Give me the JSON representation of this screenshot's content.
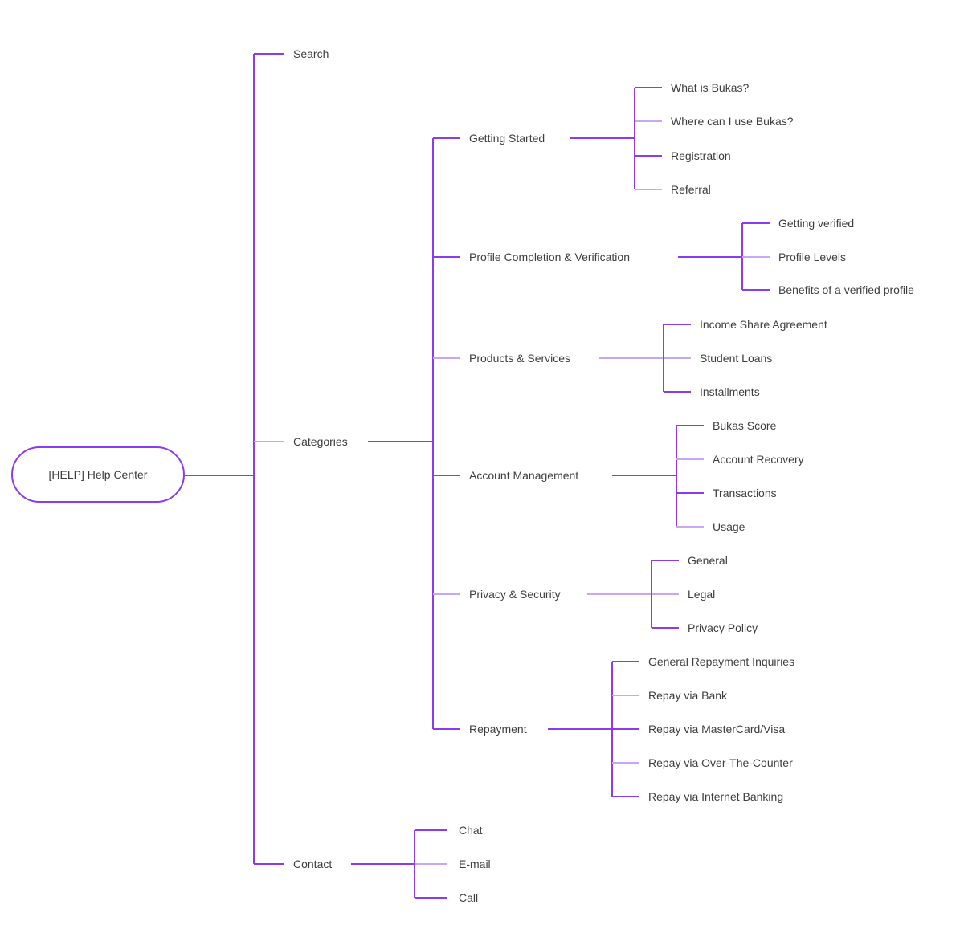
{
  "root": {
    "label": "[HELP] Help Center"
  },
  "colors": {
    "line": "#8b3cf0",
    "line_light": "#c9a6f7",
    "text": "#3e3e3e"
  },
  "branches": [
    {
      "label": "Search",
      "children": []
    },
    {
      "label": "Categories",
      "children": [
        {
          "label": "Getting Started",
          "children": [
            {
              "label": "What is Bukas?"
            },
            {
              "label": "Where can I use Bukas?"
            },
            {
              "label": "Registration"
            },
            {
              "label": "Referral"
            }
          ]
        },
        {
          "label": "Profile Completion & Verification",
          "children": [
            {
              "label": "Getting verified"
            },
            {
              "label": "Profile Levels"
            },
            {
              "label": "Benefits of a verified profile"
            }
          ]
        },
        {
          "label": "Products & Services",
          "children": [
            {
              "label": "Income Share Agreement"
            },
            {
              "label": "Student Loans"
            },
            {
              "label": "Installments"
            }
          ]
        },
        {
          "label": "Account Management",
          "children": [
            {
              "label": "Bukas Score"
            },
            {
              "label": "Account Recovery"
            },
            {
              "label": "Transactions"
            },
            {
              "label": "Usage"
            }
          ]
        },
        {
          "label": "Privacy & Security",
          "children": [
            {
              "label": "General"
            },
            {
              "label": "Legal"
            },
            {
              "label": "Privacy Policy"
            }
          ]
        },
        {
          "label": "Repayment",
          "children": [
            {
              "label": "General Repayment Inquiries"
            },
            {
              "label": "Repay via Bank"
            },
            {
              "label": "Repay via MasterCard/Visa"
            },
            {
              "label": "Repay via Over-The-Counter"
            },
            {
              "label": "Repay via Internet Banking"
            }
          ]
        }
      ]
    },
    {
      "label": "Contact",
      "children": [
        {
          "label": "Chat"
        },
        {
          "label": "E-mail"
        },
        {
          "label": "Call"
        }
      ]
    }
  ]
}
